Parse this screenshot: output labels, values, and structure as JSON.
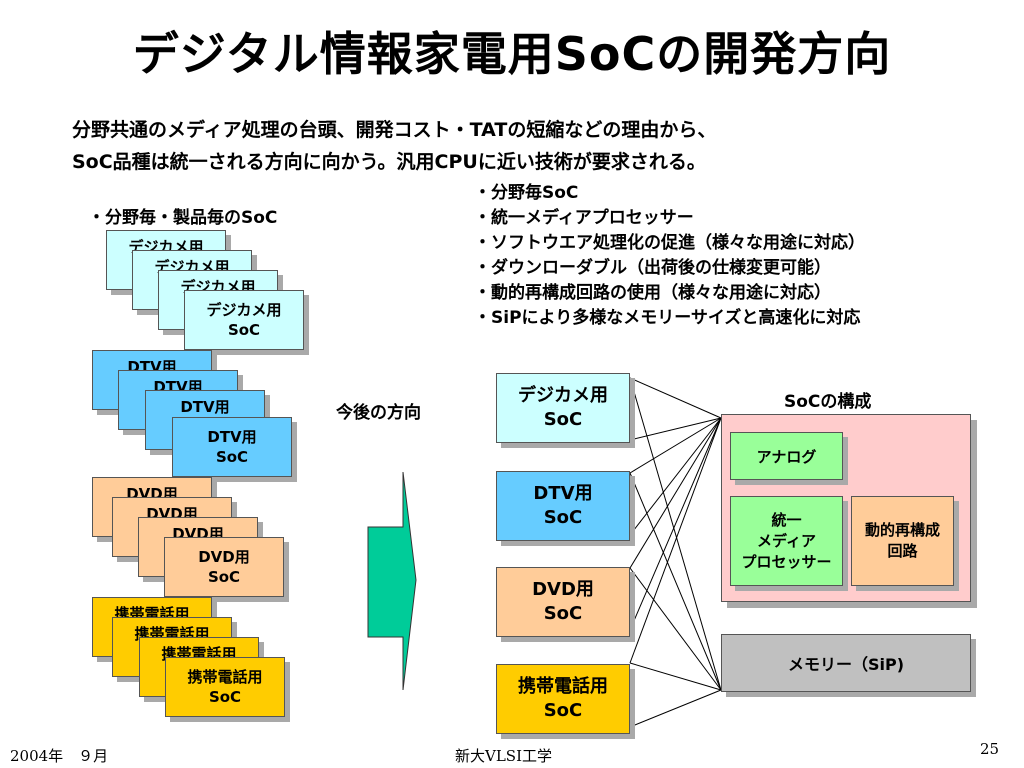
{
  "title": "デジタル情報家電用SoCの開発方向",
  "intro": {
    "line1": "分野共通のメディア処理の台頭、開発コスト・TATの短縮などの理由から、",
    "line2": "SoC品種は統一される方向に向かう。汎用CPUに近い技術が要求される。"
  },
  "left_heading": "・分野毎・製品毎のSoC",
  "stacks": {
    "digicam": {
      "back": "デジカメ用",
      "line1": "デジカメ用",
      "line2": "SoC"
    },
    "dtv": {
      "back": "DTV用",
      "line1": "DTV用",
      "line2": "SoC"
    },
    "dvd": {
      "back": "DVD用",
      "line1": "DVD用",
      "line2": "SoC"
    },
    "phone": {
      "back": "携帯電話用",
      "line1": "携帯電話用",
      "line2": "SoC"
    }
  },
  "bullets": [
    "・分野毎SoC",
    "・統一メディアプロセッサー",
    "・ソフトウエア処理化の促進（様々な用途に対応）",
    "・ダウンローダブル（出荷後の仕様変更可能）",
    "・動的再構成回路の使用（様々な用途に対応）",
    "・SiPにより多様なメモリーサイズと高速化に対応"
  ],
  "direction_label": "今後の方向",
  "future": {
    "digicam": {
      "line1": "デジカメ用",
      "line2": "SoC"
    },
    "dtv": {
      "line1": "DTV用",
      "line2": "SoC"
    },
    "dvd": {
      "line1": "DVD用",
      "line2": "SoC"
    },
    "phone": {
      "line1": "携帯電話用",
      "line2": "SoC"
    }
  },
  "soc": {
    "heading": "SoCの構成",
    "analog": "アナログ",
    "media_line1": "統一",
    "media_line2": "メディア",
    "media_line3": "プロセッサー",
    "dyn_line1": "動的再構成",
    "dyn_line2": "回路",
    "memory": "メモリー（SiP)"
  },
  "footer": {
    "date": "2004年　９月",
    "org": "新大VLSI工学",
    "page": "25"
  },
  "colors": {
    "digicam": "#ccffff",
    "dtv": "#66ccff",
    "dvd": "#ffcc99",
    "phone": "#ffcc00",
    "arrow": "#00cc99",
    "green_block": "#99ff99",
    "soc_bg": "#ffcccc",
    "memory": "#c0c0c0"
  }
}
